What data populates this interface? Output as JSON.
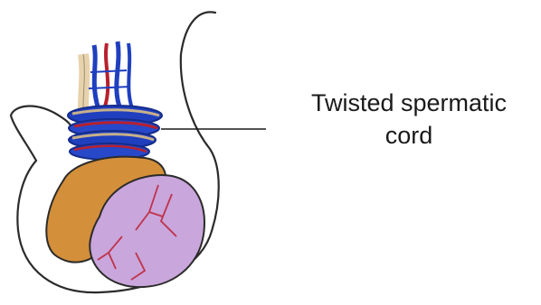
{
  "annotation": {
    "line1": "Twisted spermatic",
    "line2": "cord"
  },
  "colors": {
    "outline": "#2b2b2b",
    "testis_fill": "#c9a6dc",
    "testis_vessels": "#c0324a",
    "epididymis_fill": "#d48f3a",
    "cord_vein": "#1f3fbf",
    "cord_artery": "#b8202e",
    "vas_deferens": "#e8d2ac"
  },
  "icons": [
    "scrotum-outline",
    "testis",
    "epididymis",
    "twisted-cord"
  ]
}
